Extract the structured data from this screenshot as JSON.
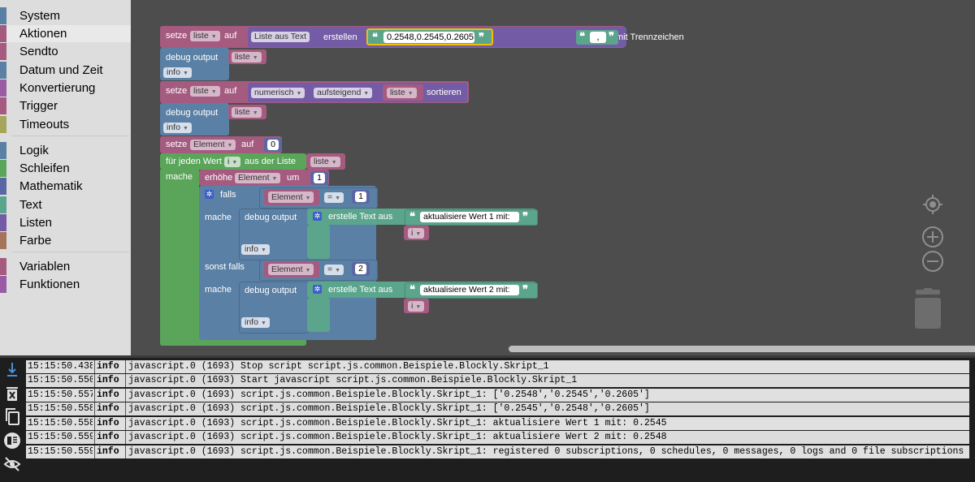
{
  "toolbox": {
    "items": [
      {
        "label": "System",
        "color": "#5b80a5"
      },
      {
        "label": "Aktionen",
        "color": "#a55b80"
      },
      {
        "label": "Sendto",
        "color": "#a55b80"
      },
      {
        "label": "Datum und Zeit",
        "color": "#5b80a5"
      },
      {
        "label": "Konvertierung",
        "color": "#9a5ba5"
      },
      {
        "label": "Trigger",
        "color": "#a55b80"
      },
      {
        "label": "Timeouts",
        "color": "#a5a55b"
      },
      {
        "label": "Logik",
        "color": "#5b80a5"
      },
      {
        "label": "Schleifen",
        "color": "#5ba55b"
      },
      {
        "label": "Mathematik",
        "color": "#5b67a5"
      },
      {
        "label": "Text",
        "color": "#5ba58c"
      },
      {
        "label": "Listen",
        "color": "#745ba5"
      },
      {
        "label": "Farbe",
        "color": "#a5745b"
      },
      {
        "label": "Variablen",
        "color": "#a55b80"
      },
      {
        "label": "Funktionen",
        "color": "#995ba5"
      }
    ]
  },
  "blocks": {
    "b1": {
      "setze": "setze",
      "var": "liste",
      "auf": "auf",
      "list_from_text": "Liste aus Text",
      "erstellen": "erstellen",
      "quote_open": "❝",
      "text_value": "0.2548,0.2545,0.2605",
      "quote_close": "❞",
      "sep_label": "mit Trennzeichen",
      "sep_value": ","
    },
    "b2": {
      "label": "debug output",
      "var": "liste",
      "level": "info"
    },
    "b3": {
      "setze": "setze",
      "var": "liste",
      "auf": "auf",
      "sort_type": "numerisch",
      "sort_dir": "aufsteigend",
      "list_var": "liste",
      "sortieren": "sortieren"
    },
    "b4": {
      "label": "debug output",
      "var": "liste",
      "level": "info"
    },
    "b5": {
      "setze": "setze",
      "var": "Element",
      "auf": "auf",
      "value": "0"
    },
    "b6": {
      "label": "für jeden Wert",
      "var": "i",
      "aus": "aus der Liste",
      "list_var": "liste",
      "mache": "mache"
    },
    "b7": {
      "erhoehe": "erhöhe",
      "var": "Element",
      "um": "um",
      "value": "1"
    },
    "b8": {
      "falls": "falls",
      "cond_var": "Element",
      "op": "=",
      "cond_value": "1",
      "mache": "mache",
      "debug": "debug output",
      "create_text": "erstelle Text aus",
      "text": "aktualisiere Wert 1 mit:",
      "i_var": "i",
      "level": "info"
    },
    "b9": {
      "sonst_falls": "sonst falls",
      "cond_var": "Element",
      "op": "=",
      "cond_value": "2",
      "mache": "mache",
      "debug": "debug output",
      "create_text": "erstelle Text aus",
      "text": "aktualisiere Wert 2 mit:",
      "i_var": "i",
      "level": "info"
    }
  },
  "controls": {
    "center_icon": "⌖",
    "zoom_in": "+",
    "zoom_out": "−",
    "trash_icon": "trash"
  },
  "log": {
    "side_icons": [
      "arrow-down-icon",
      "delete-icon",
      "copy-icon",
      "columns-icon",
      "eye-off-icon"
    ],
    "rows": [
      {
        "ts": "15:15:50.438",
        "sev": "info",
        "msg": "javascript.0 (1693) Stop script script.js.common.Beispiele.Blockly.Skript_1"
      },
      {
        "ts": "15:15:50.550",
        "sev": "info",
        "msg": "javascript.0 (1693) Start javascript script.js.common.Beispiele.Blockly.Skript_1"
      },
      {
        "ts": "15:15:50.557",
        "sev": "info",
        "msg": "javascript.0 (1693) script.js.common.Beispiele.Blockly.Skript_1: ['0.2548','0.2545','0.2605']"
      },
      {
        "ts": "15:15:50.558",
        "sev": "info",
        "msg": "javascript.0 (1693) script.js.common.Beispiele.Blockly.Skript_1: ['0.2545','0.2548','0.2605']"
      },
      {
        "ts": "15:15:50.558",
        "sev": "info",
        "msg": "javascript.0 (1693) script.js.common.Beispiele.Blockly.Skript_1: aktualisiere Wert 1 mit: 0.2545"
      },
      {
        "ts": "15:15:50.559",
        "sev": "info",
        "msg": "javascript.0 (1693) script.js.common.Beispiele.Blockly.Skript_1: aktualisiere Wert 2 mit: 0.2548"
      },
      {
        "ts": "15:15:50.559",
        "sev": "info",
        "msg": "javascript.0 (1693) script.js.common.Beispiele.Blockly.Skript_1: registered 0 subscriptions, 0 schedules, 0 messages, 0 logs and 0 file subscriptions"
      }
    ]
  }
}
